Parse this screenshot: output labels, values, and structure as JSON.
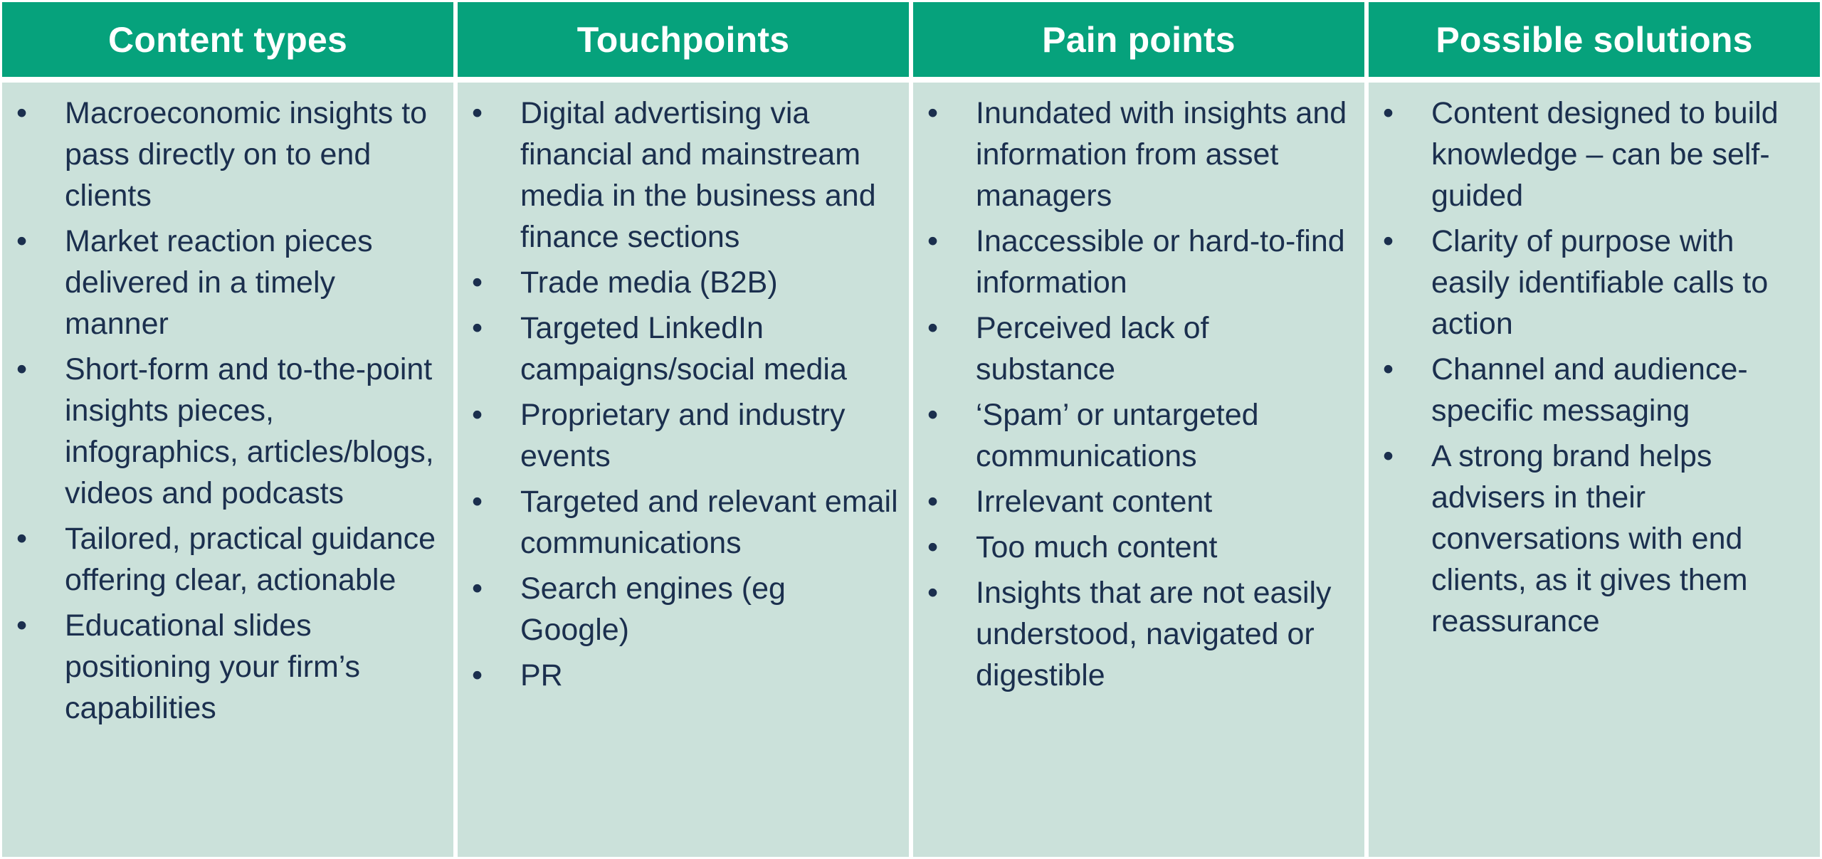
{
  "columns": [
    {
      "header": "Content types",
      "items": [
        "Macroeconomic insights to pass directly on to end clients",
        "Market reaction pieces delivered in a timely manner",
        "Short-form and to-the-point insights pieces, infographics, articles/blogs, videos and podcasts",
        "Tailored, practical guidance offering clear, actionable",
        "Educational slides positioning your firm’s capabilities"
      ]
    },
    {
      "header": "Touchpoints",
      "items": [
        "Digital advertising via financial and mainstream media in the business and finance sections",
        "Trade media (B2B)",
        "Targeted LinkedIn campaigns/social media",
        "Proprietary and industry events",
        "Targeted and relevant email communications",
        "Search engines (eg Google)",
        "PR"
      ]
    },
    {
      "header": "Pain points",
      "items": [
        "Inundated with insights and information from asset managers",
        "Inaccessible or hard-to-find information",
        "Perceived lack of substance",
        "‘Spam’ or untargeted communications",
        "Irrelevant content",
        "Too much content",
        "Insights that are not easily understood, navigated or digestible"
      ]
    },
    {
      "header": "Possible solutions",
      "items": [
        "Content designed to build knowledge – can be self-guided",
        "Clarity of purpose with easily identifiable calls to action",
        "Channel and audience-specific messaging",
        "A strong brand helps advisers in their conversations with end clients, as it gives them reassurance"
      ]
    }
  ],
  "bullet_glyph": "•",
  "colors": {
    "header_bg": "#06a27c",
    "header_text": "#ffffff",
    "cell_bg": "#cbe1da",
    "cell_text": "#1b2f4e"
  }
}
